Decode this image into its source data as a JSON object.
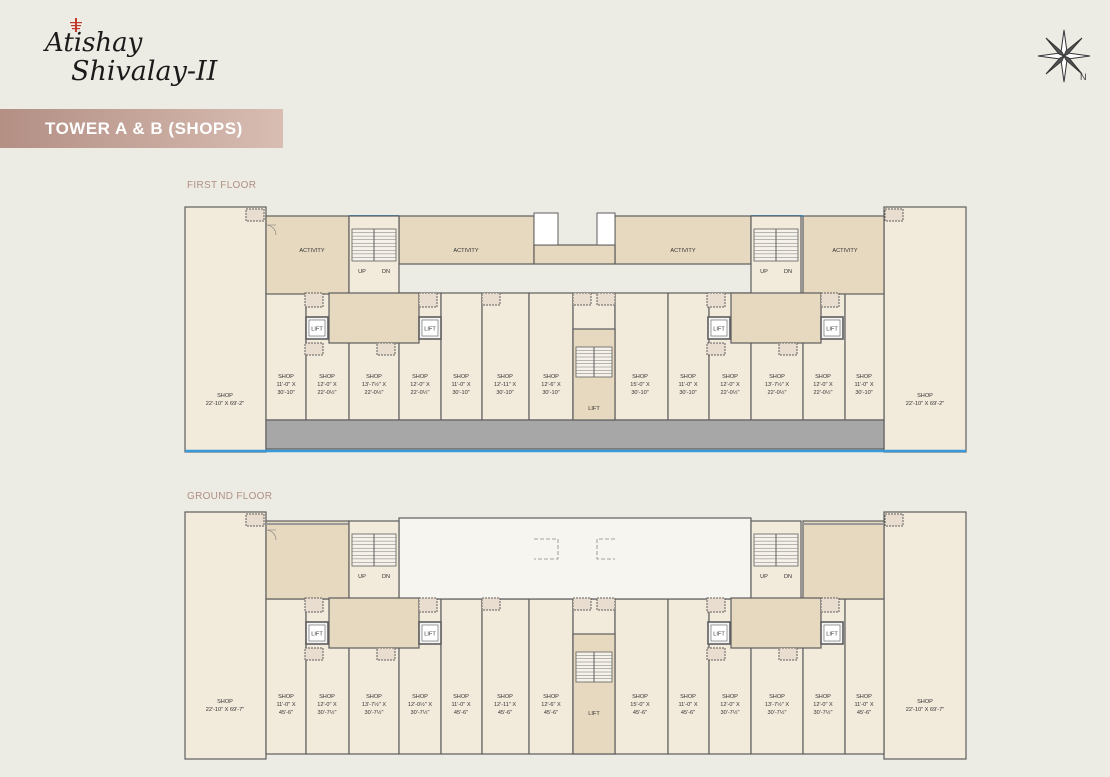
{
  "brand": {
    "line1": "Atishay",
    "line2": "Shivalay-II"
  },
  "banner": {
    "title": "TOWER A & B (SHOPS)"
  },
  "compass": {
    "north_label": "N"
  },
  "lift_label": "LIFT",
  "stair": {
    "up": "UP",
    "down": "DN"
  },
  "first_floor": {
    "label": "FIRST FLOOR",
    "activity": [
      "ACTIVITY",
      "ACTIVITY",
      "ACTIVITY",
      "ACTIVITY"
    ],
    "shops": [
      {
        "name": "SHOP",
        "dim1": "22'-10\" X 69'-2\"",
        "dim2": ""
      },
      {
        "name": "SHOP",
        "dim1": "11'-0\" X",
        "dim2": "30'-10\""
      },
      {
        "name": "SHOP",
        "dim1": "12'-0\" X",
        "dim2": "22'-0½\""
      },
      {
        "name": "SHOP",
        "dim1": "13'-7½\" X",
        "dim2": "22'-0½\""
      },
      {
        "name": "SHOP",
        "dim1": "12'-0\" X",
        "dim2": "22'-0½\""
      },
      {
        "name": "SHOP",
        "dim1": "11'-0\" X",
        "dim2": "30'-10\""
      },
      {
        "name": "SHOP",
        "dim1": "12'-11\" X",
        "dim2": "30'-10\""
      },
      {
        "name": "SHOP",
        "dim1": "12'-6\" X",
        "dim2": "30'-10\""
      },
      {
        "name": "SHOP",
        "dim1": "15'-0\" X",
        "dim2": "30'-10\""
      },
      {
        "name": "SHOP",
        "dim1": "11'-0\" X",
        "dim2": "30'-10\""
      },
      {
        "name": "SHOP",
        "dim1": "12'-0\" X",
        "dim2": "22'-0½\""
      },
      {
        "name": "SHOP",
        "dim1": "13'-7½\" X",
        "dim2": "22'-0½\""
      },
      {
        "name": "SHOP",
        "dim1": "12'-0\" X",
        "dim2": "22'-0½\""
      },
      {
        "name": "SHOP",
        "dim1": "11'-0\" X",
        "dim2": "30'-10\""
      },
      {
        "name": "SHOP",
        "dim1": "22'-10\" X 69'-2\"",
        "dim2": ""
      }
    ]
  },
  "ground_floor": {
    "label": "GROUND FLOOR",
    "shops": [
      {
        "name": "SHOP",
        "dim1": "22'-10\" X 69'-7\"",
        "dim2": ""
      },
      {
        "name": "SHOP",
        "dim1": "11'-0\" X",
        "dim2": "45'-6\""
      },
      {
        "name": "SHOP",
        "dim1": "12'-0\" X",
        "dim2": "30'-7½\""
      },
      {
        "name": "SHOP",
        "dim1": "13'-7½\" X",
        "dim2": "30'-7½\""
      },
      {
        "name": "SHOP",
        "dim1": "12'-0½\" X",
        "dim2": "30'-7½\""
      },
      {
        "name": "SHOP",
        "dim1": "11'-0\" X",
        "dim2": "45'-6\""
      },
      {
        "name": "SHOP",
        "dim1": "12'-11\" X",
        "dim2": "45'-6\""
      },
      {
        "name": "SHOP",
        "dim1": "12'-6\" X",
        "dim2": "45'-6\""
      },
      {
        "name": "SHOP",
        "dim1": "15'-0\" X",
        "dim2": "45'-6\""
      },
      {
        "name": "SHOP",
        "dim1": "11'-0\" X",
        "dim2": "45'-6\""
      },
      {
        "name": "SHOP",
        "dim1": "12'-0\" X",
        "dim2": "30'-7½\""
      },
      {
        "name": "SHOP",
        "dim1": "13'-7½\" X",
        "dim2": "30'-7½\""
      },
      {
        "name": "SHOP",
        "dim1": "12'-0\" X",
        "dim2": "30'-7½\""
      },
      {
        "name": "SHOP",
        "dim1": "11'-0\" X",
        "dim2": "45'-6\""
      },
      {
        "name": "SHOP",
        "dim1": "22'-10\" X 69'-7\"",
        "dim2": ""
      }
    ]
  },
  "colors": {
    "wall": "#5e5e5e",
    "shop": "#f2eadb",
    "activity": "#e6d9bf",
    "corridor": "#a7a7a7",
    "glass": "#3a9ad9",
    "banner": "#b38f84"
  }
}
